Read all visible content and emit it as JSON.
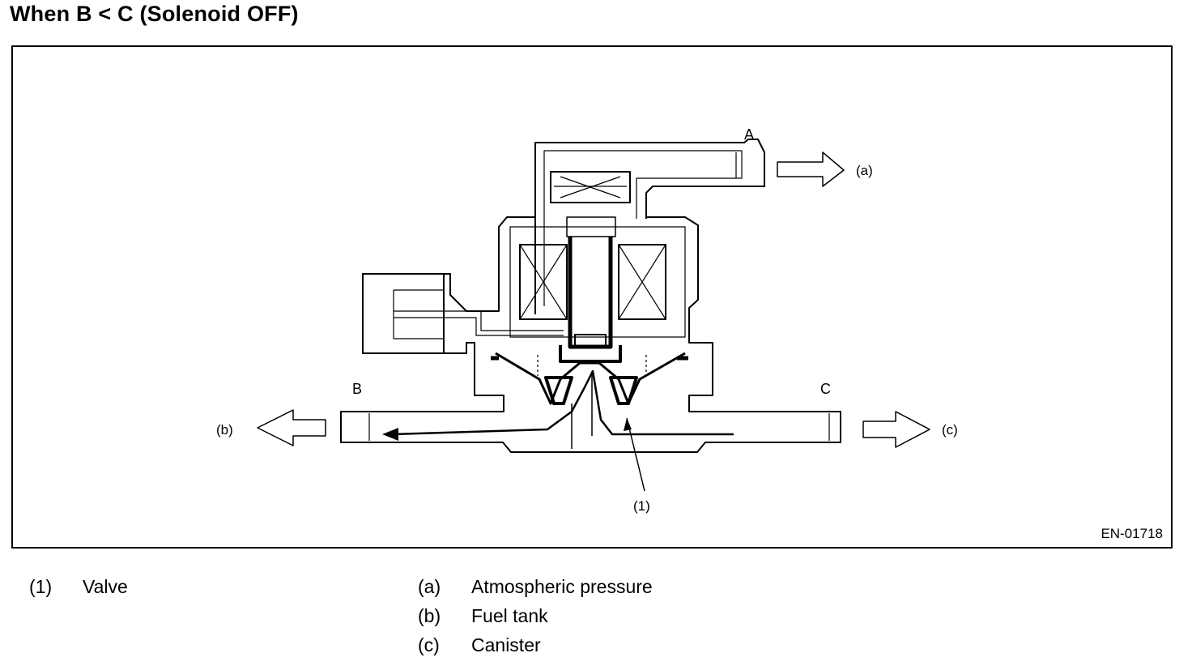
{
  "title": "When B < C (Solenoid OFF)",
  "figure": {
    "code": "EN-01718",
    "ports": {
      "A": "A",
      "B": "B",
      "C": "C"
    },
    "flow_labels": {
      "a": "(a)",
      "b": "(b)",
      "c": "(c)"
    },
    "callouts": {
      "valve": "(1)"
    }
  },
  "legend": {
    "left": [
      {
        "key": "(1)",
        "value": "Valve"
      }
    ],
    "right": [
      {
        "key": "(a)",
        "value": "Atmospheric pressure"
      },
      {
        "key": "(b)",
        "value": "Fuel tank"
      },
      {
        "key": "(c)",
        "value": "Canister"
      }
    ]
  }
}
